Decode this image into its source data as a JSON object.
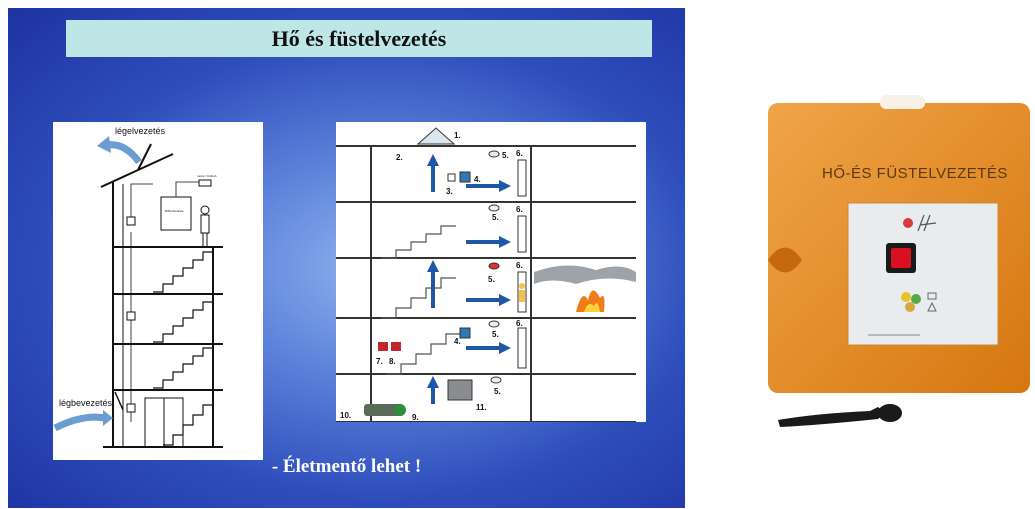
{
  "slide": {
    "title": "Hő és füstelvezetés",
    "slogan": "- Életmentő lehet !",
    "colors": {
      "background": "#2e4ebc",
      "title_bar": "#bfe6e6",
      "arrow": "#1e56a8"
    }
  },
  "left_diagram": {
    "labels": {
      "exhaust": "légelvezetés",
      "intake": "légbevezetés",
      "controller": "RWA Zentrale",
      "sensor_box": "motor / Antrieb"
    }
  },
  "center_diagram": {
    "numbers": [
      "1.",
      "2.",
      "3.",
      "4.",
      "5.",
      "6.",
      "7.",
      "8.",
      "9.",
      "10.",
      "11."
    ]
  },
  "device": {
    "label": "HŐ-ÉS FÜSTELVEZETÉS",
    "colors": {
      "body": "#e8891c",
      "button": "#d81020"
    }
  }
}
